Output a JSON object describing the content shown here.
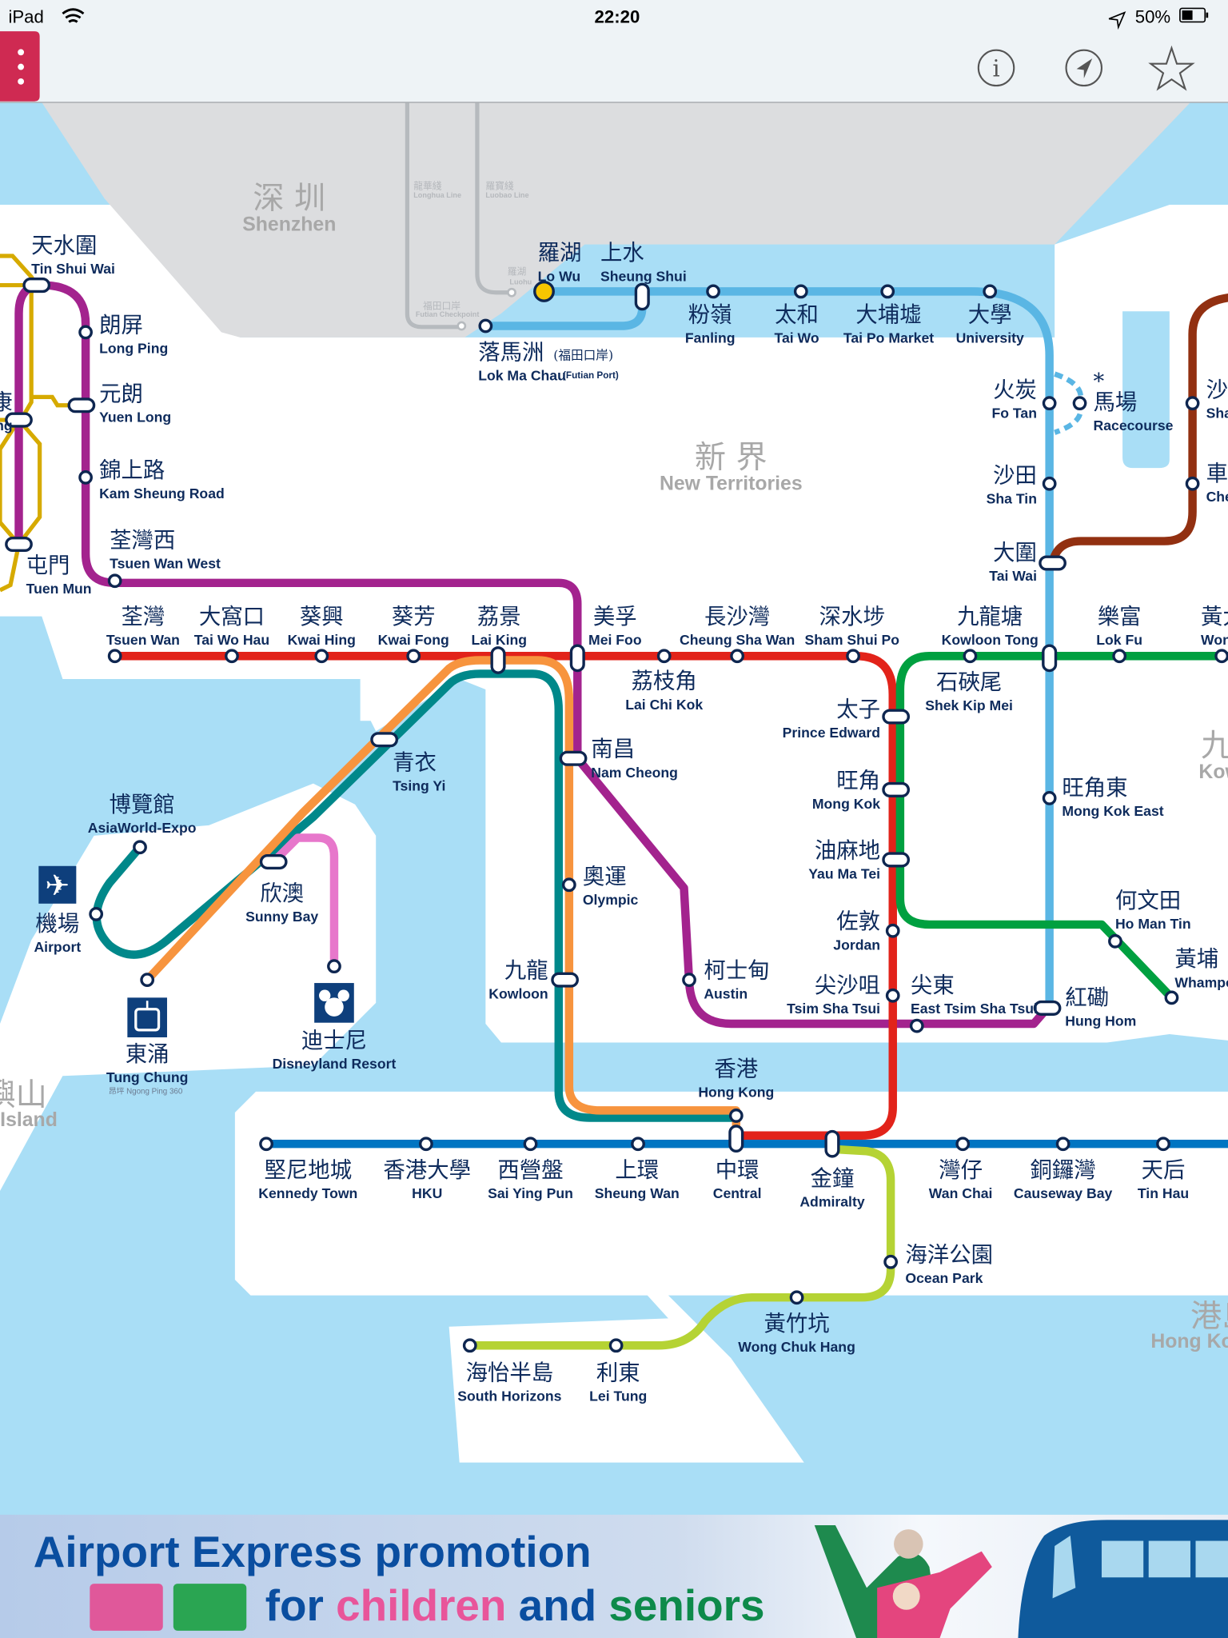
{
  "status_bar": {
    "device": "iPad",
    "time": "22:20",
    "battery": "50%"
  },
  "toolbar": {
    "menu_icon": "more-vertical-icon",
    "info_icon": "info-icon",
    "locate_icon": "location-arrow-icon",
    "favorite_icon": "star-icon"
  },
  "regions": {
    "shenzhen_zh": "深 圳",
    "shenzhen_en": "Shenzhen",
    "new_territories_zh": "新 界",
    "new_territories_en": "New Territories",
    "kowloon_zh": "九龍",
    "kowloon_en": "Kowloon",
    "hk_island_zh": "港島",
    "hk_island_en": "Hong Kong Island",
    "lantau_zh": "大嶼山",
    "lantau_en": "Lantau Island"
  },
  "shenzhen": {
    "longhua_zh": "龍華綫",
    "longhua_en": "Longhua Line",
    "luobao_zh": "羅寶綫",
    "luobao_en": "Luobao Line",
    "luohu_zh": "羅湖",
    "luohu_en": "Luohu",
    "futian_zh": "福田口岸",
    "futian_en": "Futian Checkpoint"
  },
  "racecourse_note": "*",
  "lok_ma_chau_sub_zh": "(福田口岸)",
  "lok_ma_chau_sub_en": "(Futian Port)",
  "ngong_ping": "昂坪 Ngong Ping 360",
  "stations": [
    {
      "zh": "天水圍",
      "en": "Tin Shui Wai"
    },
    {
      "zh": "朗屏",
      "en": "Long Ping"
    },
    {
      "zh": "元朗",
      "en": "Yuen Long"
    },
    {
      "zh": "錦上路",
      "en": "Kam Sheung Road"
    },
    {
      "zh": "荃灣西",
      "en": "Tsuen Wan West"
    },
    {
      "zh": "屯門",
      "en": "Tuen Mun"
    },
    {
      "zh": "羅湖",
      "en": "Lo Wu"
    },
    {
      "zh": "上水",
      "en": "Sheung Shui"
    },
    {
      "zh": "落馬洲",
      "en": "Lok Ma Chau"
    },
    {
      "zh": "粉嶺",
      "en": "Fanling"
    },
    {
      "zh": "太和",
      "en": "Tai Wo"
    },
    {
      "zh": "大埔墟",
      "en": "Tai Po Market"
    },
    {
      "zh": "大學",
      "en": "University"
    },
    {
      "zh": "火炭",
      "en": "Fo Tan"
    },
    {
      "zh": "馬場",
      "en": "Racecourse"
    },
    {
      "zh": "沙田",
      "en": "Sha Tin"
    },
    {
      "zh": "大圍",
      "en": "Tai Wai"
    },
    {
      "zh": "九龍塘",
      "en": "Kowloon Tong"
    },
    {
      "zh": "樂富",
      "en": "Lok Fu"
    },
    {
      "zh": "黃大仙",
      "en": "Wong Tai Sin"
    },
    {
      "zh": "石硤尾",
      "en": "Shek Kip Mei"
    },
    {
      "zh": "旺角東",
      "en": "Mong Kok East"
    },
    {
      "zh": "何文田",
      "en": "Ho Man Tin"
    },
    {
      "zh": "黃埔",
      "en": "Whampoa"
    },
    {
      "zh": "紅磡",
      "en": "Hung Hom"
    },
    {
      "zh": "沙田圍",
      "en": "Sha Tin Wai"
    },
    {
      "zh": "車公廟",
      "en": "Che Kung Temple"
    },
    {
      "zh": "荃灣",
      "en": "Tsuen Wan"
    },
    {
      "zh": "大窩口",
      "en": "Tai Wo Hau"
    },
    {
      "zh": "葵興",
      "en": "Kwai Hing"
    },
    {
      "zh": "葵芳",
      "en": "Kwai Fong"
    },
    {
      "zh": "荔景",
      "en": "Lai King"
    },
    {
      "zh": "美孚",
      "en": "Mei Foo"
    },
    {
      "zh": "荔枝角",
      "en": "Lai Chi Kok"
    },
    {
      "zh": "長沙灣",
      "en": "Cheung Sha Wan"
    },
    {
      "zh": "深水埗",
      "en": "Sham Shui Po"
    },
    {
      "zh": "太子",
      "en": "Prince Edward"
    },
    {
      "zh": "旺角",
      "en": "Mong Kok"
    },
    {
      "zh": "油麻地",
      "en": "Yau Ma Tei"
    },
    {
      "zh": "佐敦",
      "en": "Jordan"
    },
    {
      "zh": "尖沙咀",
      "en": "Tsim Sha Tsui"
    },
    {
      "zh": "尖東",
      "en": "East Tsim Sha Tsui"
    },
    {
      "zh": "南昌",
      "en": "Nam Cheong"
    },
    {
      "zh": "奧運",
      "en": "Olympic"
    },
    {
      "zh": "柯士甸",
      "en": "Austin"
    },
    {
      "zh": "九龍",
      "en": "Kowloon"
    },
    {
      "zh": "青衣",
      "en": "Tsing Yi"
    },
    {
      "zh": "博覽館",
      "en": "AsiaWorld-Expo"
    },
    {
      "zh": "機場",
      "en": "Airport"
    },
    {
      "zh": "欣澳",
      "en": "Sunny Bay"
    },
    {
      "zh": "東涌",
      "en": "Tung Chung"
    },
    {
      "zh": "迪士尼",
      "en": "Disneyland Resort"
    },
    {
      "zh": "香港",
      "en": "Hong Kong"
    },
    {
      "zh": "堅尼地城",
      "en": "Kennedy Town"
    },
    {
      "zh": "香港大學",
      "en": "HKU"
    },
    {
      "zh": "西營盤",
      "en": "Sai Ying Pun"
    },
    {
      "zh": "上環",
      "en": "Sheung Wan"
    },
    {
      "zh": "中環",
      "en": "Central"
    },
    {
      "zh": "金鐘",
      "en": "Admiralty"
    },
    {
      "zh": "灣仔",
      "en": "Wan Chai"
    },
    {
      "zh": "銅鑼灣",
      "en": "Causeway Bay"
    },
    {
      "zh": "天后",
      "en": "Tin Hau"
    },
    {
      "zh": "海洋公園",
      "en": "Ocean Park"
    },
    {
      "zh": "黃竹坑",
      "en": "Wong Chuk Hang"
    },
    {
      "zh": "利東",
      "en": "Lei Tung"
    },
    {
      "zh": "海怡半島",
      "en": "South Horizons"
    },
    {
      "zh": "兆康",
      "en": "Siu Hong"
    }
  ],
  "banner": {
    "line1": "Airport Express promotion",
    "for": "for ",
    "children": "children",
    "and": " and ",
    "seniors": "seniors",
    "colors": {
      "blue": "#0a4ea0",
      "pink": "#e8559a",
      "green": "#0d8a4a"
    }
  }
}
